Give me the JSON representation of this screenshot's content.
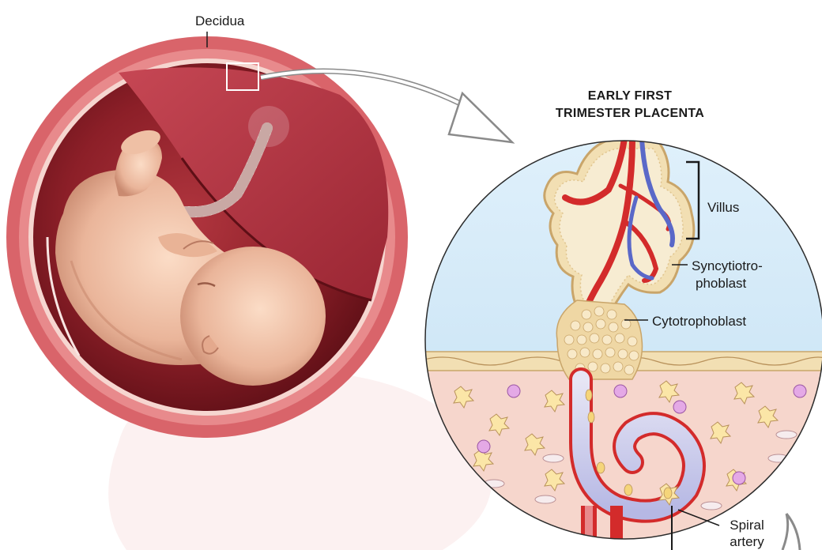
{
  "labels": {
    "decidua": "Decidua",
    "title_line1": "EARLY FIRST",
    "title_line2": "TRIMESTER PLACENTA",
    "villus": "Villus",
    "syncytio_line1": "Syncytiotro-",
    "syncytio_line2": "phoblast",
    "cytotrophoblast": "Cytotrophoblast",
    "spiral_line1": "Spiral",
    "spiral_line2": "artery"
  },
  "colors": {
    "uterus_wall": "#d9646a",
    "uterus_dark": "#7e1a22",
    "decidua": "#b23240",
    "fetus_skin": "#f0c4a8",
    "artery_red": "#d32b2b",
    "vein_blue": "#5a68c8",
    "amniotic_blue": "#cfe6f6",
    "tissue_pink": "#f6d6cc",
    "trophoblast": "#f2dfb3"
  }
}
